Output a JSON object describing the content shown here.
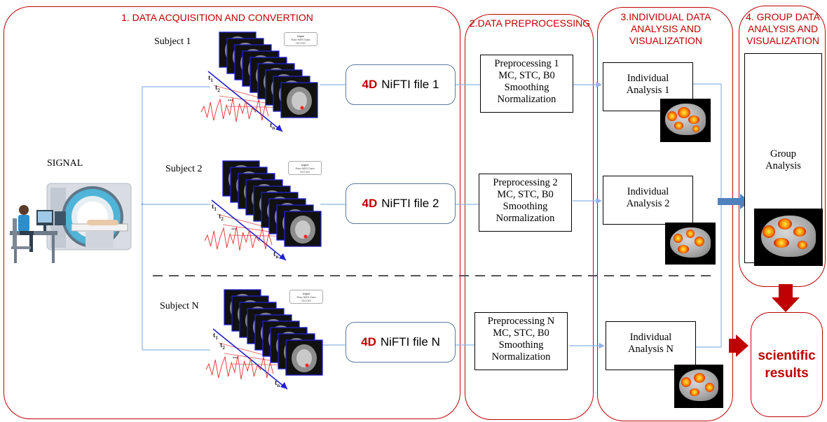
{
  "sections": [
    {
      "title": "1. DATA ACQUISITION AND CONVERTION"
    },
    {
      "title": "2.DATA PREPROCESSING"
    },
    {
      "title": "3.INDIVIDUAL DATA ANALYSIS AND VISUALIZATION"
    },
    {
      "title": "4. GROUP DATA ANALYSIS AND VISUALIZATION"
    }
  ],
  "signal_label": "SIGNAL",
  "subjects": [
    {
      "label": "Subject 1",
      "nifti": {
        "prefix": "4D",
        "text": "NiFTI file 1"
      },
      "preprocessing": [
        "Preprocessing 1",
        "MC, STC, B0",
        "Smoothing",
        "Normalization"
      ],
      "analysis": [
        "Individual",
        "Analysis 1"
      ]
    },
    {
      "label": "Subject 2",
      "nifti": {
        "prefix": "4D",
        "text": "NiFTI file 2"
      },
      "preprocessing": [
        "Preprocessing 2",
        "MC, STC, B0",
        "Smoothing",
        "Normalization"
      ],
      "analysis": [
        "Individual",
        "Analysis 2"
      ]
    },
    {
      "label": "Subject N",
      "nifti": {
        "prefix": "4D",
        "text": "NiFTI file N"
      },
      "preprocessing": [
        "Preprocessing N",
        "MC, STC, B0",
        "Smoothing",
        "Normalization"
      ],
      "analysis": [
        "Individual",
        "Analysis N"
      ]
    }
  ],
  "input_tag": [
    "Input",
    "Raw fMRI Data",
    "DICOM"
  ],
  "time_labels": [
    "t",
    "t",
    "...",
    "t"
  ],
  "time_subscripts": [
    "1",
    "2",
    "n"
  ],
  "group_box": [
    "Group",
    "Analysis"
  ],
  "result": [
    "scientific",
    "results"
  ],
  "colors": {
    "section_border": "#c00000",
    "arrow_blue": "#4f81bd",
    "arrow_red": "#c00000",
    "line_blue": "#8eb4e3",
    "frame_blue": "#1f1fd0"
  }
}
